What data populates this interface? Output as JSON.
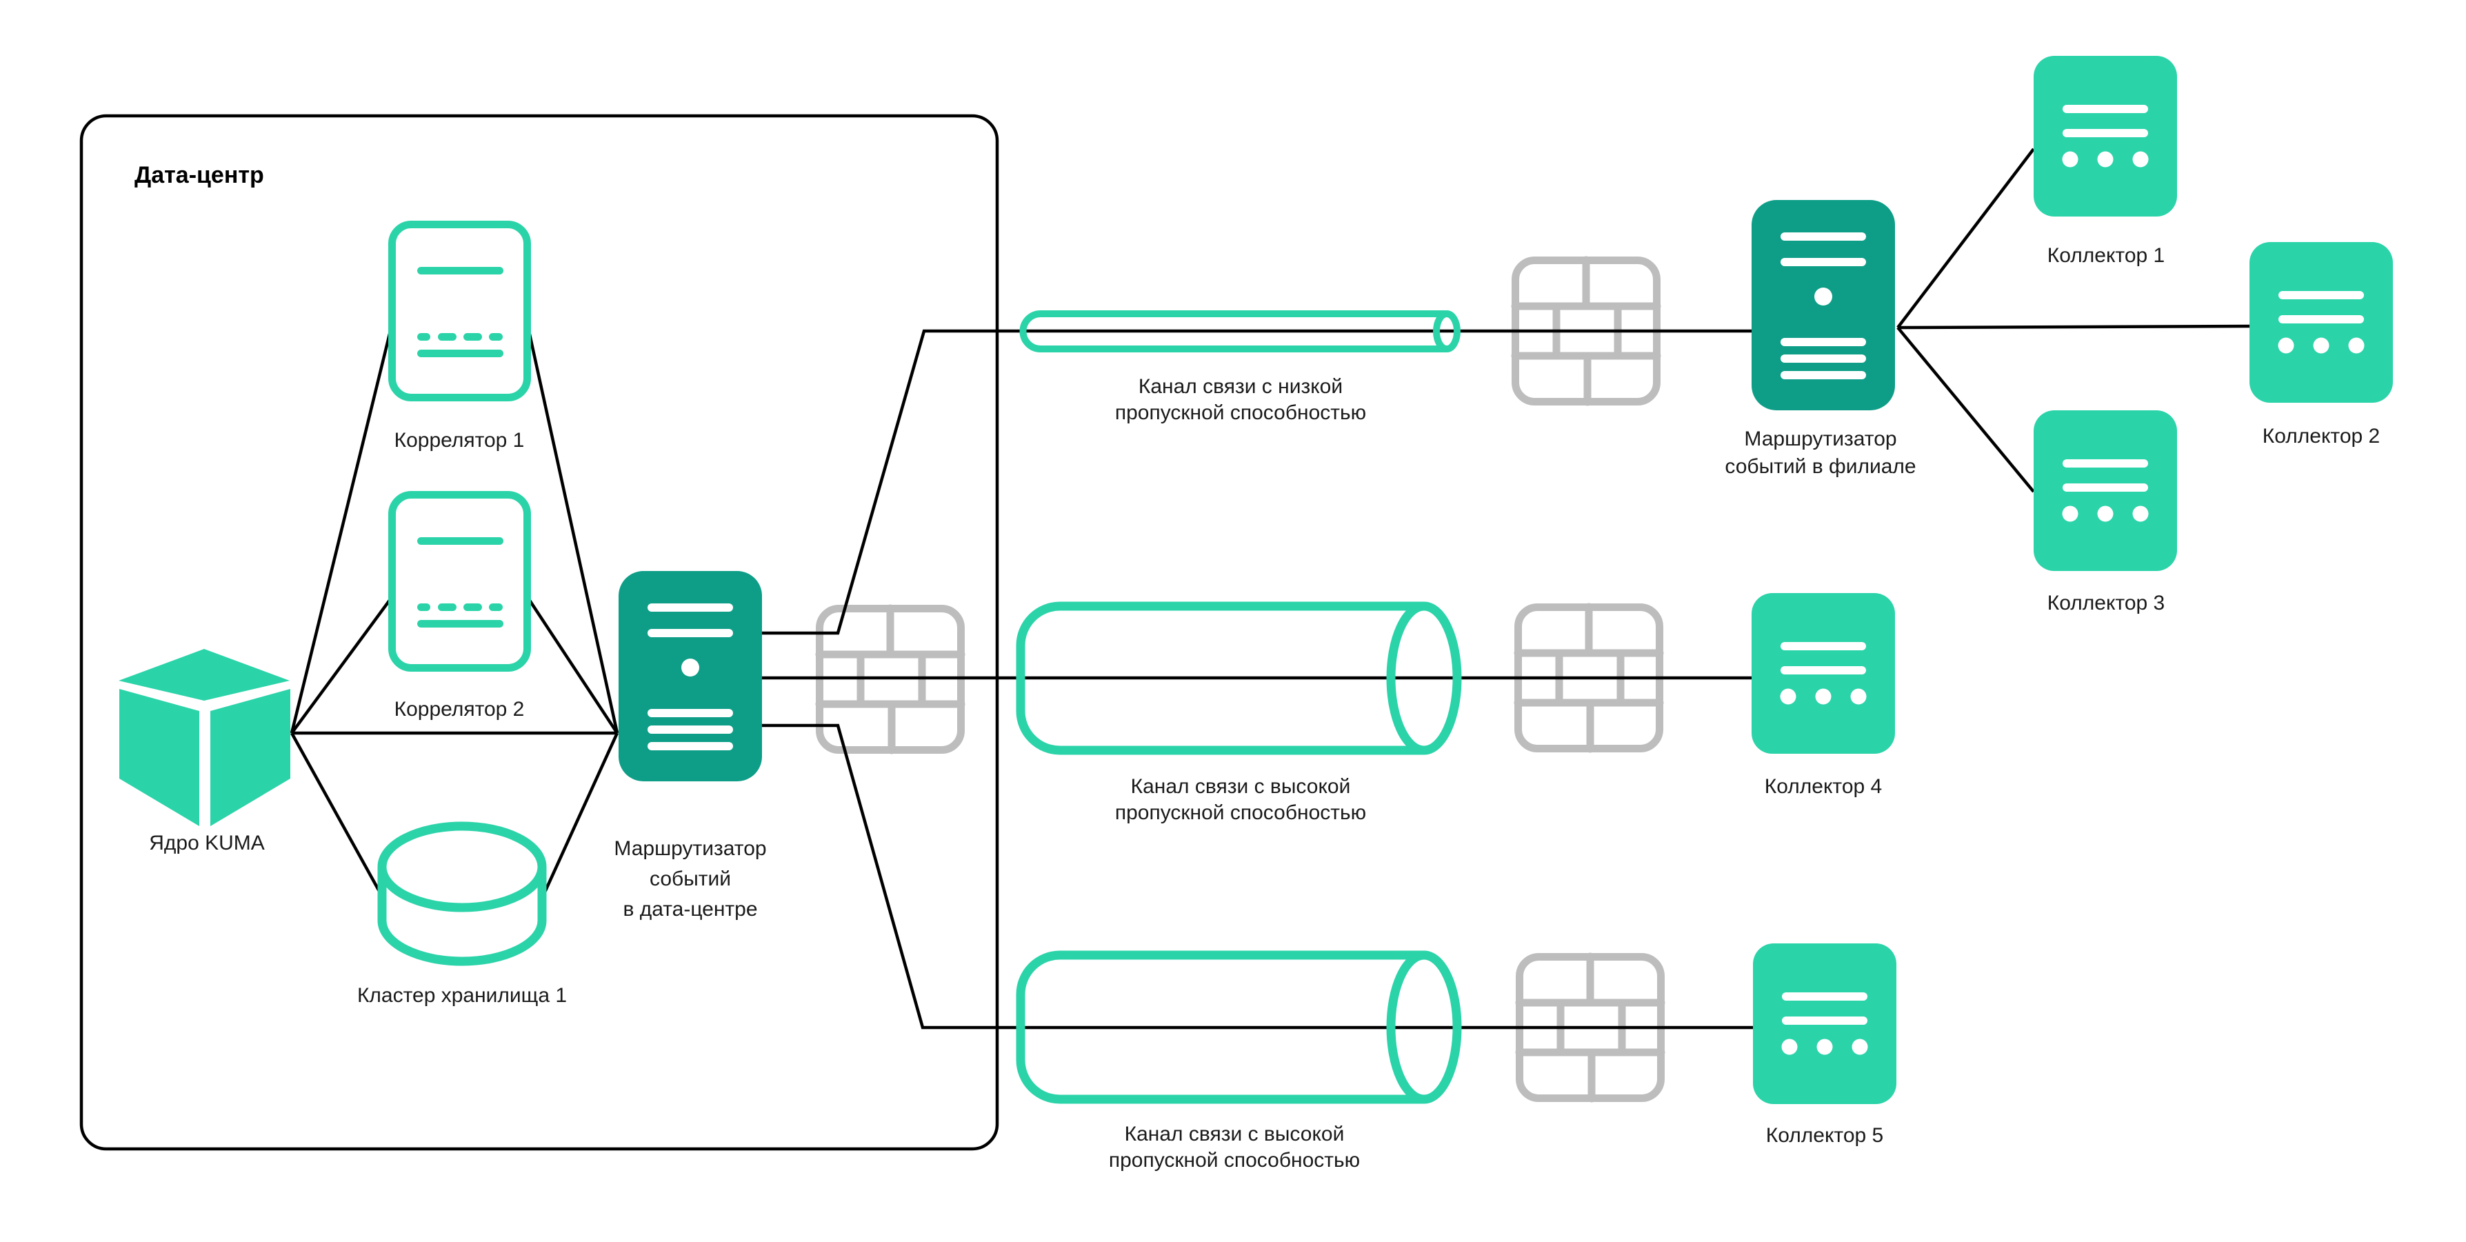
{
  "diagram": {
    "type": "network-architecture",
    "product": "KUMA",
    "colors": {
      "accent_teal": "#2bd3a9",
      "accent_teal_dark": "#0e9e88",
      "firewall_gray": "#bdbdbd",
      "line_black": "#000000",
      "label_text": "#1a1a1a",
      "background": "#ffffff"
    },
    "region": {
      "label": "Дата-центр"
    },
    "nodes": {
      "kuma_core": {
        "label": "Ядро KUMA",
        "icon": "cube-icon"
      },
      "correlator_1": {
        "label": "Коррелятор 1",
        "icon": "document-outline-icon"
      },
      "correlator_2": {
        "label": "Коррелятор 2",
        "icon": "document-outline-icon"
      },
      "storage_cluster_1": {
        "label": "Кластер хранилища 1",
        "icon": "database-cylinder-icon"
      },
      "dc_event_router": {
        "label_lines": [
          "Маршрутизатор",
          "событий",
          "в дата-центре"
        ],
        "icon": "server-icon"
      },
      "branch_event_router": {
        "label_lines": [
          "Маршрутизатор",
          "событий в филиале"
        ],
        "icon": "server-icon"
      },
      "low_bw_channel": {
        "label_lines": [
          "Канал связи с низкой",
          "пропускной способностью"
        ],
        "icon": "thin-pipe-icon"
      },
      "high_bw_channel_1": {
        "label_lines": [
          "Канал связи с высокой",
          "пропускной способностью"
        ],
        "icon": "wide-pipe-icon"
      },
      "high_bw_channel_2": {
        "label_lines": [
          "Канал связи с высокой",
          "пропускной способностью"
        ],
        "icon": "wide-pipe-icon"
      },
      "firewall_1": {
        "icon": "firewall-icon"
      },
      "firewall_2": {
        "icon": "firewall-icon"
      },
      "firewall_3": {
        "icon": "firewall-icon"
      },
      "firewall_4": {
        "icon": "firewall-icon"
      },
      "collector_1": {
        "label": "Коллектор 1",
        "icon": "collector-icon"
      },
      "collector_2": {
        "label": "Коллектор 2",
        "icon": "collector-icon"
      },
      "collector_3": {
        "label": "Коллектор 3",
        "icon": "collector-icon"
      },
      "collector_4": {
        "label": "Коллектор 4",
        "icon": "collector-icon"
      },
      "collector_5": {
        "label": "Коллектор 5",
        "icon": "collector-icon"
      }
    },
    "connections": [
      "kuma_core — correlator_1",
      "kuma_core — correlator_2",
      "kuma_core — storage_cluster_1",
      "kuma_core — dc_event_router",
      "dc_event_router — correlator_1",
      "dc_event_router — correlator_2",
      "dc_event_router — storage_cluster_1",
      "dc_event_router — low_bw_channel — firewall_2 — branch_event_router",
      "dc_event_router — firewall_1 — high_bw_channel_1 — firewall_3 — collector_4",
      "dc_event_router — high_bw_channel_2 — firewall_4 — collector_5",
      "branch_event_router — collector_1",
      "branch_event_router — collector_2",
      "branch_event_router — collector_3"
    ]
  }
}
